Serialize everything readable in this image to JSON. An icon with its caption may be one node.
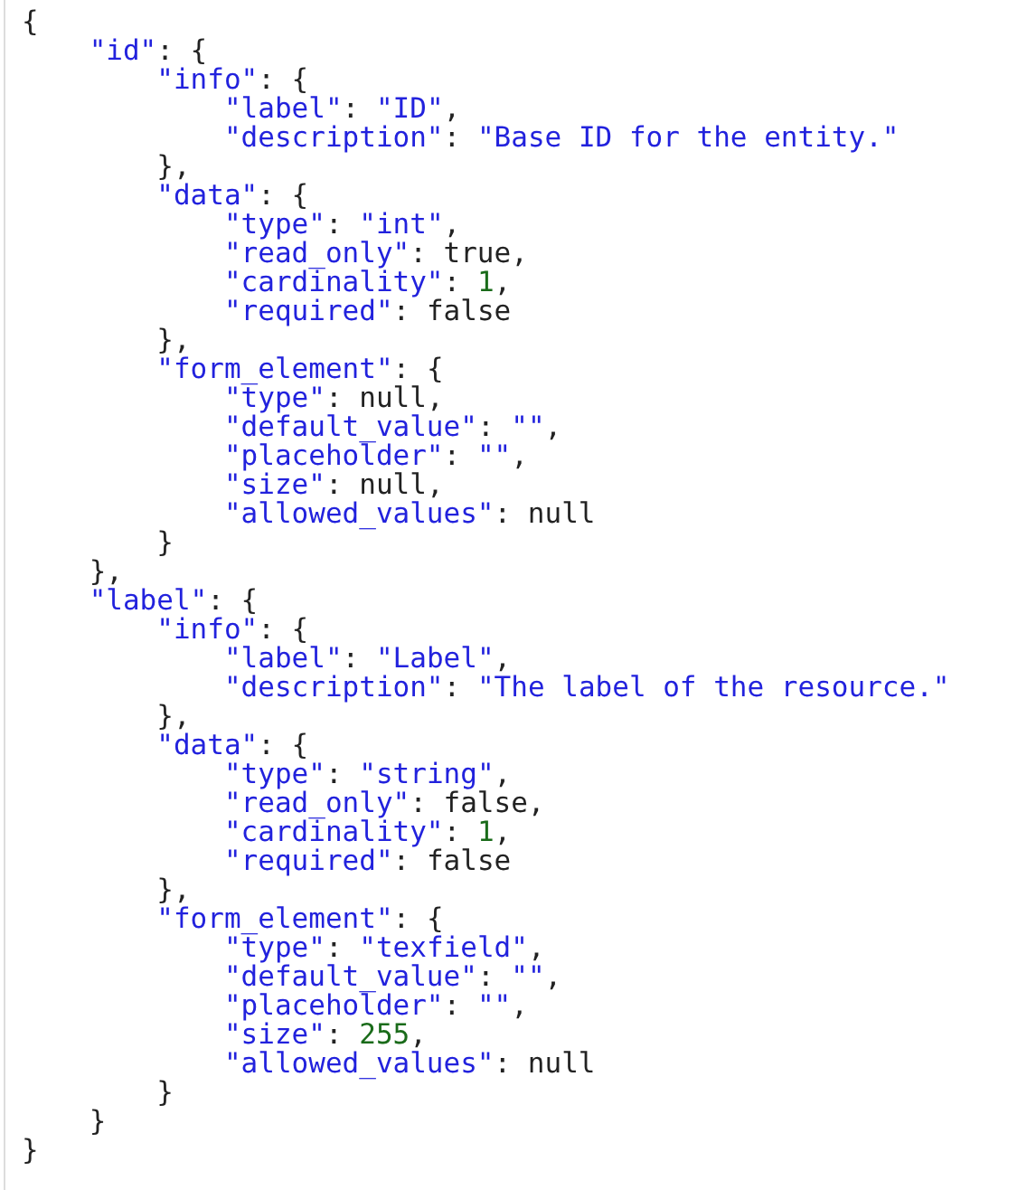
{
  "diagram": {
    "labels": [
      "{",
      "\"id\": {",
      "\"info\": {",
      "\"label\": \"ID\",",
      "\"description\": \"Base ID for the entity.\"",
      "},",
      "\"data\": {",
      "\"type\": \"int\",",
      "\"read_only\": true,",
      "\"cardinality\": 1,",
      "\"required\": false",
      "},",
      "\"form_element\": {",
      "\"type\": null,",
      "\"default_value\": \"\",",
      "\"placeholder\": \"\",",
      "\"size\": null,",
      "\"allowed_values\": null",
      "}",
      "},",
      "\"label\": {",
      "\"info\": {",
      "\"label\": \"Label\",",
      "\"description\": \"The label of the resource.\"",
      "},",
      "\"data\": {",
      "\"type\": \"string\",",
      "\"read_only\": false,",
      "\"cardinality\": 1,",
      "\"required\": false",
      "},",
      "\"form_element\": {",
      "\"type\": \"texfield\",",
      "\"default_value\": \"\",",
      "\"placeholder\": \"\",",
      "\"size\": 255,",
      "\"allowed_values\": null",
      "}",
      "}",
      "}"
    ]
  }
}
